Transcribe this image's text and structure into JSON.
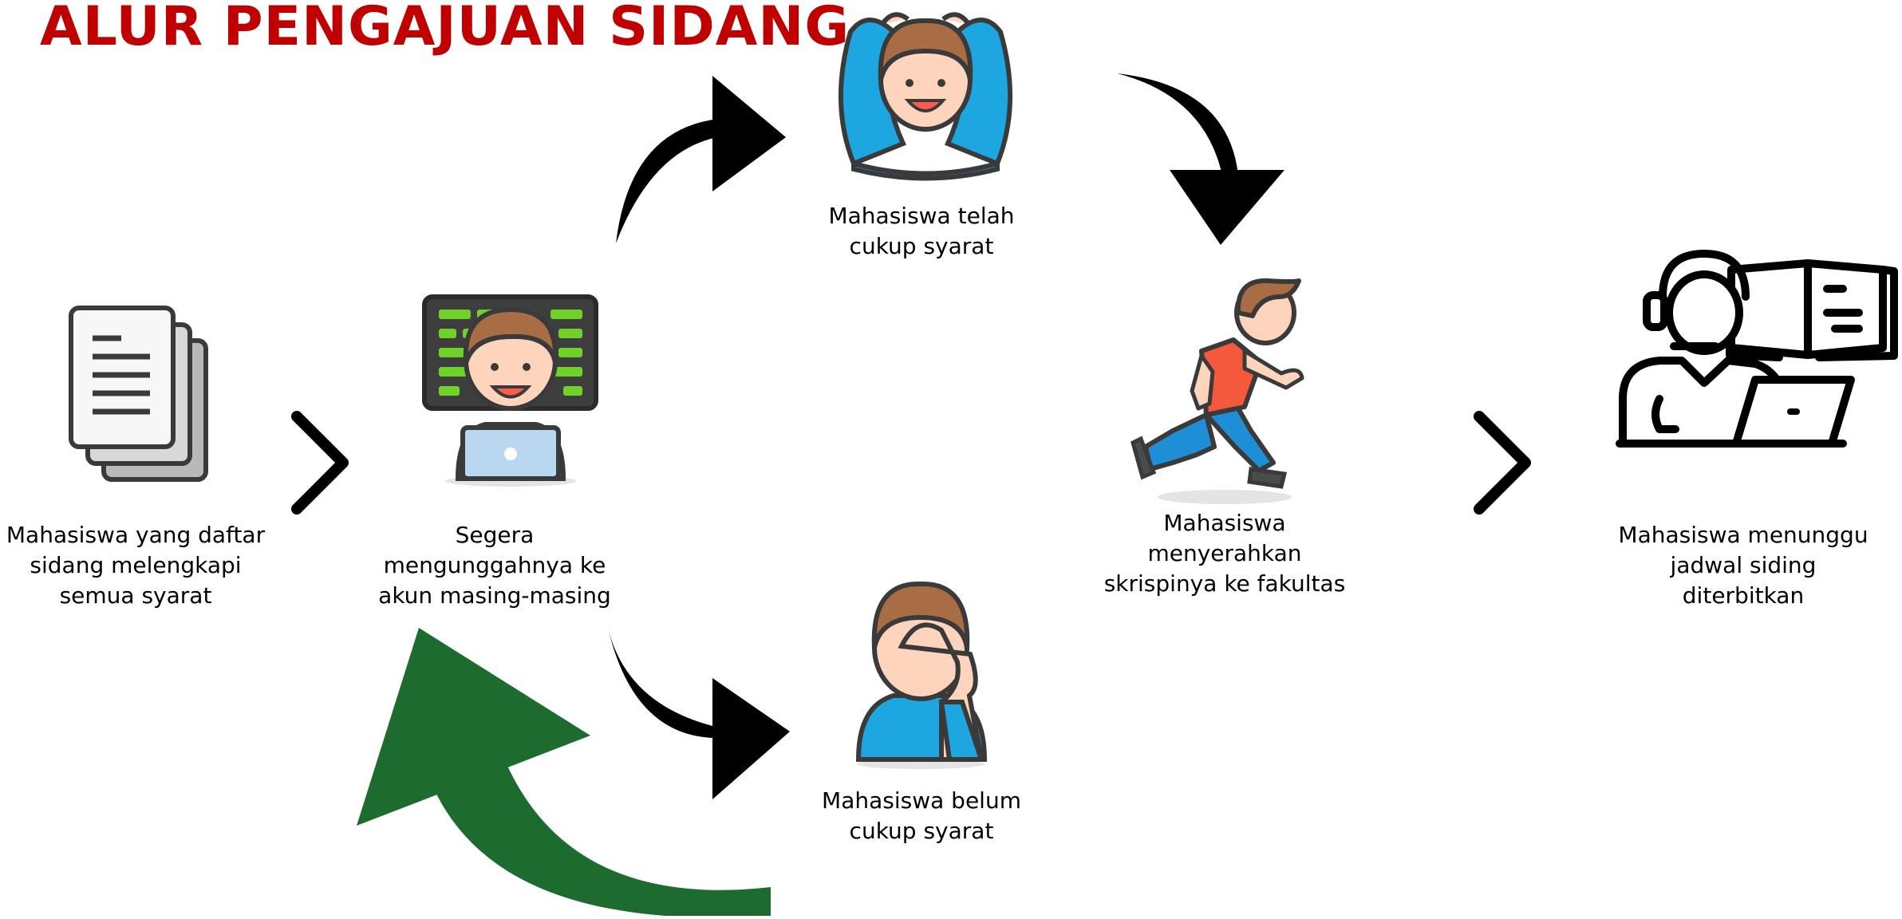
{
  "title": "ALUR PENGAJUAN SIDANG",
  "colors": {
    "title": "#c00000",
    "arrow_dark": "#000000",
    "arrow_return": "#1e6b30",
    "person_shirt": "#1ea6e0",
    "runner_shirt": "#f5593c",
    "runner_pants": "#1e8fd6",
    "code_green": "#6fd12a",
    "skin": "#ffd4bd",
    "hair": "#a86d44",
    "outline": "#3a3a3a"
  },
  "steps": {
    "daftar": {
      "icon": "document-stack-icon",
      "lines": [
        "Mahasiswa yang daftar",
        "sidang melengkapi",
        "semua syarat"
      ]
    },
    "unggah": {
      "icon": "developer-laptop-icon",
      "lines": [
        "Segera",
        "mengunggahnya ke",
        "akun masing-masing"
      ]
    },
    "cukup": {
      "icon": "celebrating-person-icon",
      "lines": [
        "Mahasiswa telah",
        "cukup syarat"
      ]
    },
    "belum": {
      "icon": "facepalm-person-icon",
      "lines": [
        "Mahasiswa belum",
        "cukup syarat"
      ]
    },
    "serahkan": {
      "icon": "running-person-icon",
      "lines": [
        "Mahasiswa",
        "menyerahkan",
        "skrispinya ke fakultas"
      ]
    },
    "tunggu": {
      "icon": "operator-book-laptop-icon",
      "lines": [
        "Mahasiswa menunggu",
        "jadwal siding",
        "diterbitkan"
      ]
    }
  },
  "connectors": [
    "chevron-right-icon",
    "curved-arrow-up-icon",
    "curved-arrow-down-icon",
    "curved-arrow-right-icon",
    "return-arrow-icon"
  ]
}
